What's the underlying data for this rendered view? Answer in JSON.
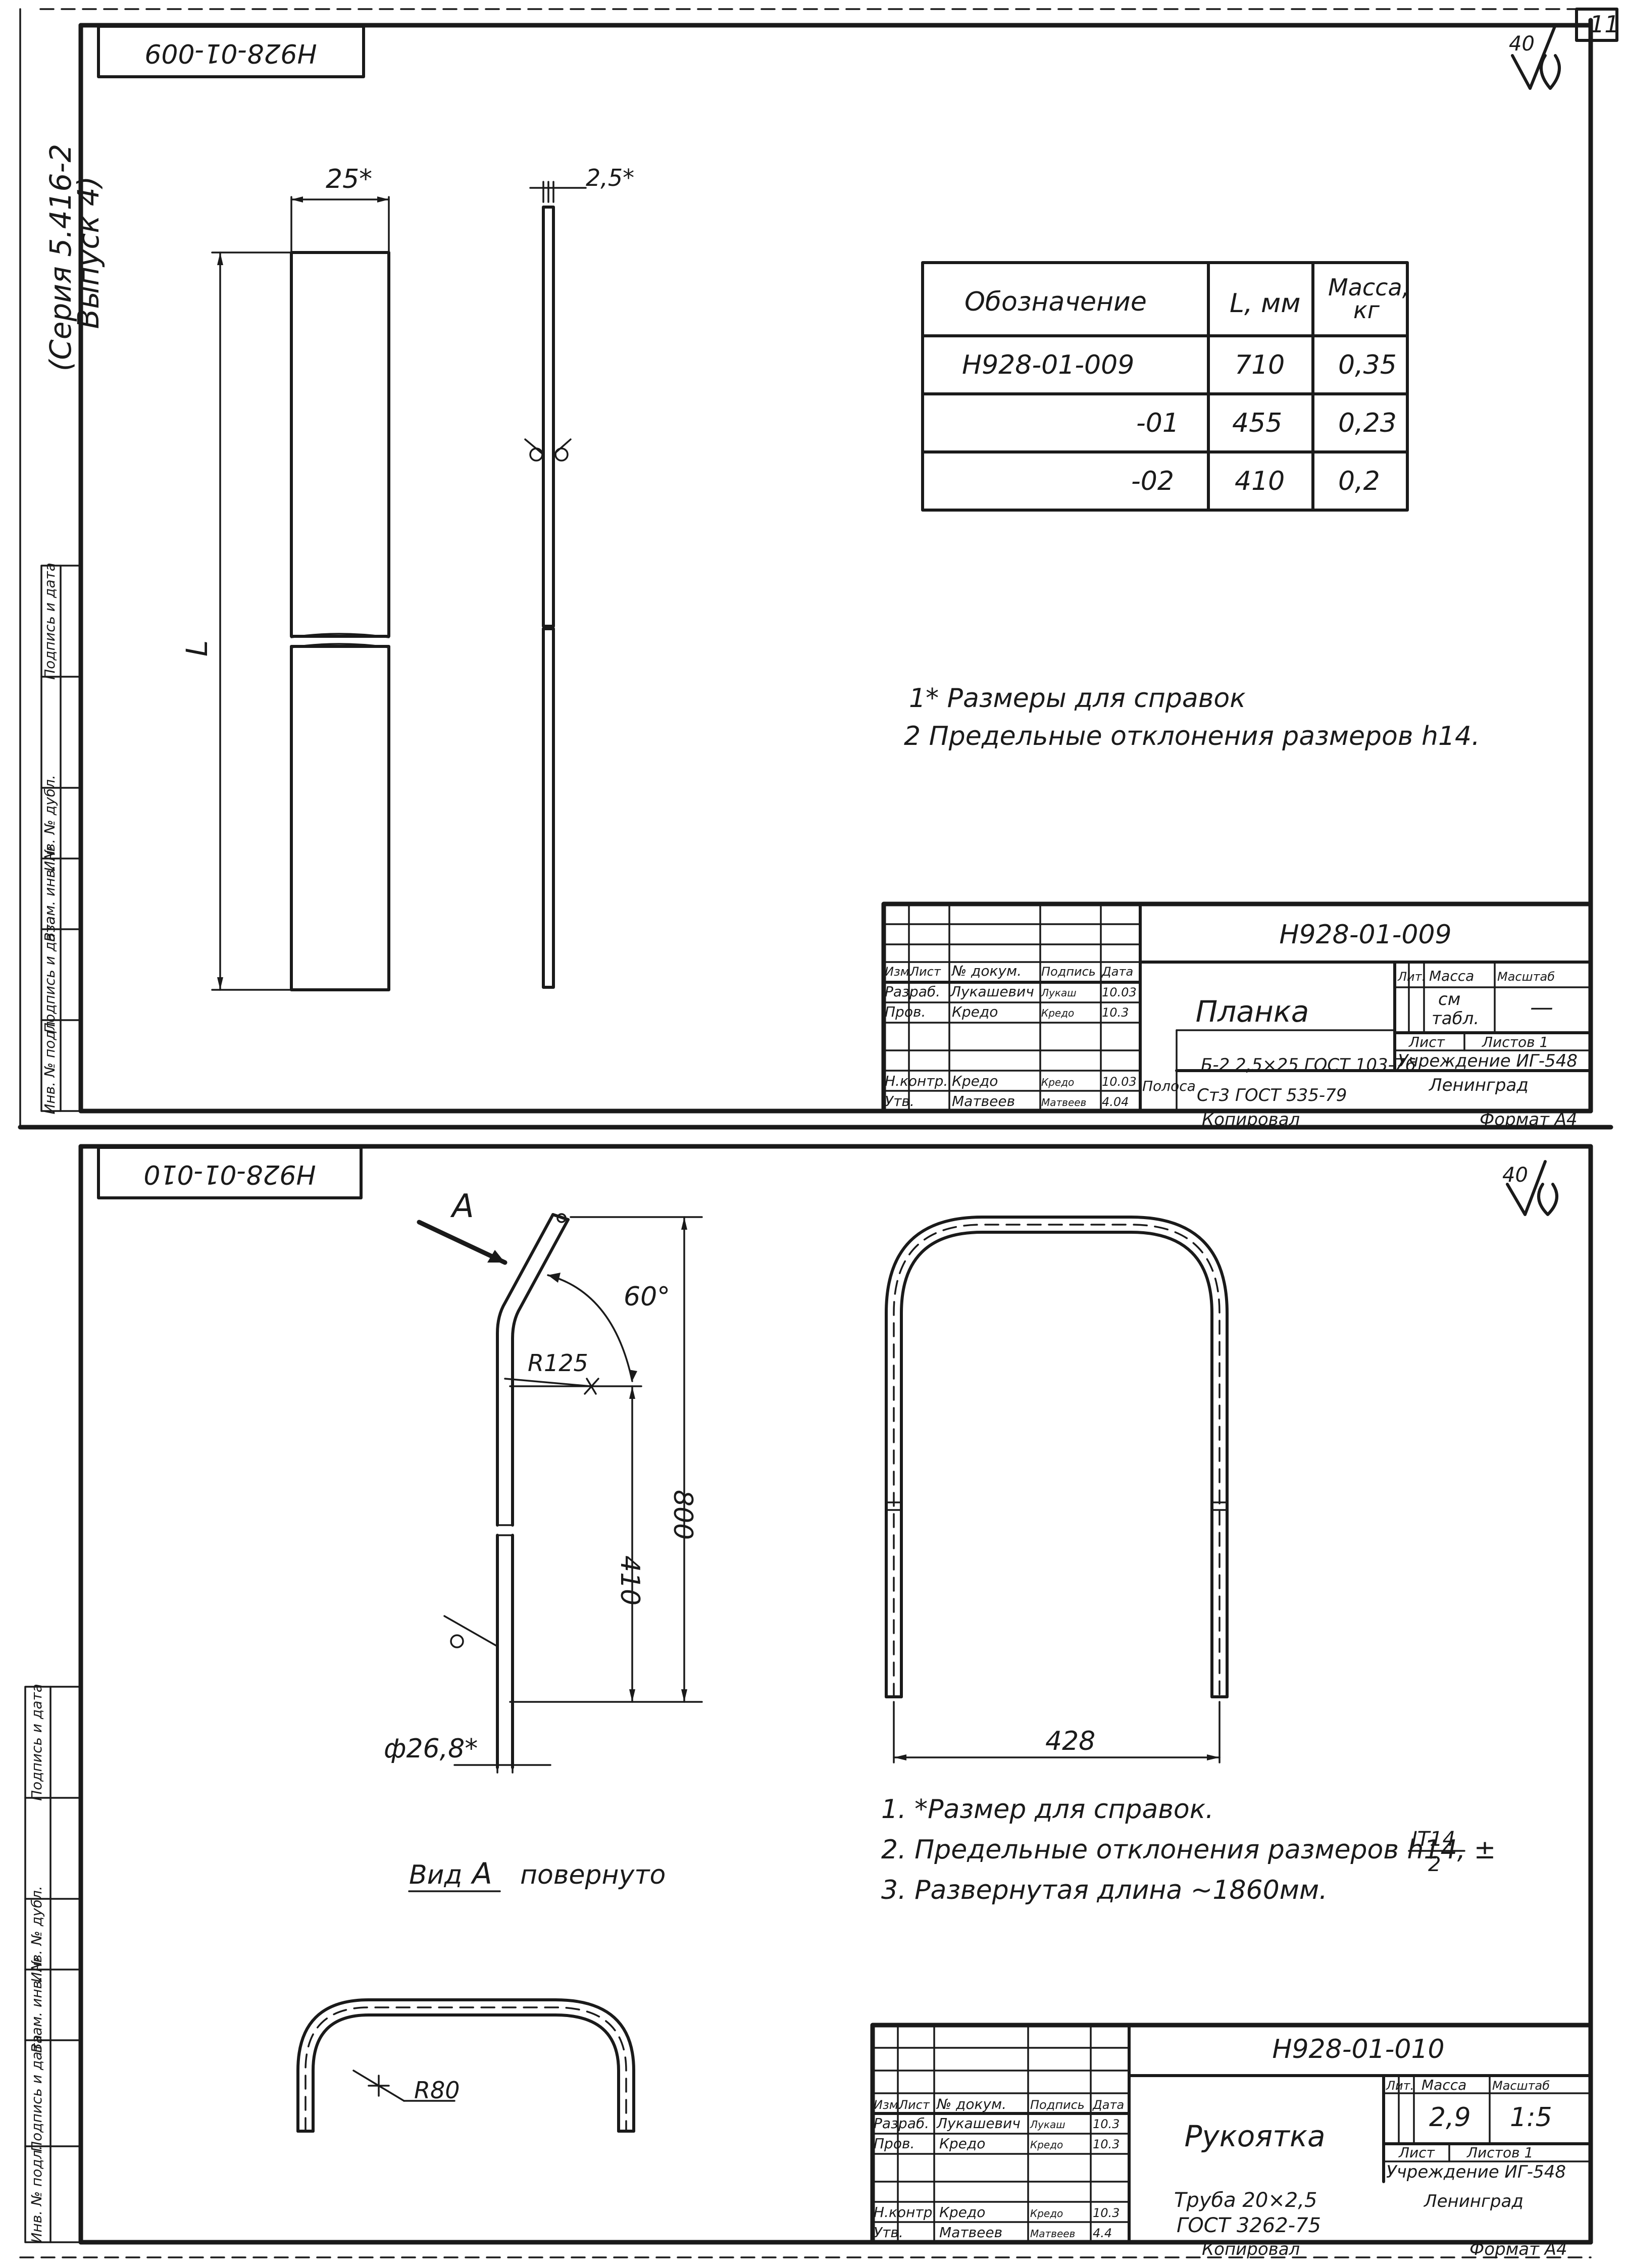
{
  "page": {
    "number": "11"
  },
  "sheet1": {
    "code_stamp": "Н928-01-009",
    "series": "(Серия 5.416-2",
    "issue": "Выпуск 4)",
    "dims": {
      "width": "25*",
      "thickness": "2,5*",
      "length": "L"
    },
    "table": {
      "headers": [
        "Обозначение",
        "L, мм",
        "Масса,",
        "кг"
      ],
      "rows": [
        [
          "Н928-01-009",
          "710",
          "0,35"
        ],
        [
          "-01",
          "455",
          "0,23"
        ],
        [
          "-02",
          "410",
          "0,2"
        ]
      ]
    },
    "notes": [
      "1* Размеры для справок",
      "2  Предельные отклонения размеров h14."
    ],
    "roughness": "40",
    "title_block": {
      "code": "Н928-01-009",
      "name": "Планка",
      "lit": "Лит.",
      "mass_h": "Масса",
      "scale_h": "Масштаб",
      "mass_1": "см",
      "mass_2": "табл.",
      "scale_val": "—",
      "sheet": "Лист",
      "sheets": "Листов 1",
      "org_1": "Учреждение ИГ-548",
      "org_2": "Ленинград",
      "material_label": "Полоса",
      "material_1": "Б-2 2,5×25 ГОСТ 103-76",
      "material_2": "Ст3 ГОСТ 535-79",
      "hdr": [
        "Изм.",
        "Лист",
        "№ докум.",
        "Подпись",
        "Дата"
      ],
      "r_dev": [
        "Разраб.",
        "Лукашевич",
        "Лукаш",
        "10.03"
      ],
      "r_chk": [
        "Пров.",
        "Кредо",
        "Кредо",
        "10.3"
      ],
      "r_nk": [
        "Н.контр.",
        "Кредо",
        "Кредо",
        "10.03"
      ],
      "r_app": [
        "Утв.",
        "Матвеев",
        "Матвеев",
        "4.04"
      ],
      "copied": "Копировал",
      "format": "Формат А4"
    }
  },
  "sheet2": {
    "code_stamp": "Н928-01-010",
    "view_label": "А",
    "dims": {
      "angle": "60°",
      "radius": "R125",
      "len_410": "410",
      "len_800": "800",
      "diameter": "ф26,8*",
      "width": "428",
      "radius_80": "R80"
    },
    "view_caption_1": "Вид",
    "view_caption_2": "А",
    "view_caption_3": "повернуто",
    "notes": [
      "1. *Размер для справок.",
      "2. Предельные отклонения размеров h14, ±",
      "3. Развернутая длина ~1860мм."
    ],
    "tol_num": "IT14",
    "tol_den": "2",
    "roughness": "40",
    "title_block": {
      "code": "Н928-01-010",
      "name": "Рукоятка",
      "lit": "Лит.",
      "mass_h": "Масса",
      "scale_h": "Масштаб",
      "mass_val": "2,9",
      "scale_val": "1:5",
      "sheet": "Лист",
      "sheets": "Листов 1",
      "org_1": "Учреждение ИГ-548",
      "org_2": "Ленинград",
      "material_1": "Труба 20×2,5",
      "material_2": "ГОСТ 3262-75",
      "hdr": [
        "Изм.",
        "Лист",
        "№ докум.",
        "Подпись",
        "Дата"
      ],
      "r_dev": [
        "Разраб.",
        "Лукашевич",
        "Лукаш",
        "10.3"
      ],
      "r_chk": [
        "Пров.",
        "Кредо",
        "Кредо",
        "10.3"
      ],
      "r_nk": [
        "Н.контр.",
        "Кредо",
        "Кредо",
        "10.3"
      ],
      "r_app": [
        "Утв.",
        "Матвеев",
        "Матвеев",
        "4.4"
      ],
      "copied": "Копировал",
      "format": "Формат А4"
    }
  },
  "side_stamps": [
    "Инв. № подл.",
    "Подпись и дата",
    "Взам. инв. №",
    "Инв. № дубл.",
    "Подпись и дата"
  ]
}
